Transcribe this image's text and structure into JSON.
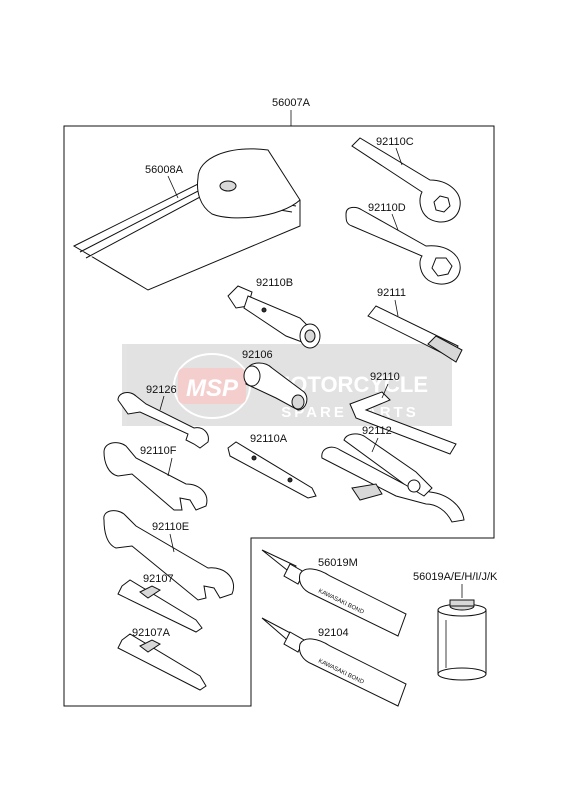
{
  "diagram": {
    "kit_label": "56007A",
    "parts": {
      "pouch": "56008A",
      "box_wrench_c": "92110C",
      "box_wrench_d": "92110D",
      "spark_plug_wrench": "92110B",
      "hex_bar": "92111",
      "handle_sleeve": "92106",
      "hex_key": "92110",
      "wrench_small": "92126",
      "flat_tool": "92110A",
      "pliers": "92112",
      "wrench_f": "92110F",
      "wrench_e": "92110E",
      "screwdriver_a": "92107",
      "screwdriver_b": "92107A",
      "bond_tube_m": "56019M",
      "bond_tube": "92104",
      "bond_can": "56019A/E/H/I/J/K"
    },
    "tube_text": "KAWASAKI BOND",
    "watermark": {
      "logo": "MSP",
      "line1": "MOTORCYCLE",
      "line2": "SPARE PARTS"
    }
  }
}
